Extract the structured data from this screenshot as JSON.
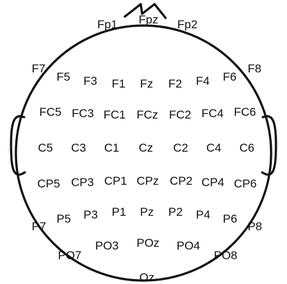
{
  "diagram": {
    "electrodes": {
      "fp1": "Fp1",
      "fpz": "Fpz",
      "fp2": "Fp2",
      "f7": "F7",
      "f5": "F5",
      "f3": "F3",
      "f1": "F1",
      "fz": "Fz",
      "f2": "F2",
      "f4": "F4",
      "f6": "F6",
      "f8": "F8",
      "fc5": "FC5",
      "fc3": "FC3",
      "fc1": "FC1",
      "fcz": "FCz",
      "fc2": "FC2",
      "fc4": "FC4",
      "fc6": "FC6",
      "c5": "C5",
      "c3": "C3",
      "c1": "C1",
      "cz": "Cz",
      "c2": "C2",
      "c4": "C4",
      "c6": "C6",
      "cp5": "CP5",
      "cp3": "CP3",
      "cp1": "CP1",
      "cpz": "CPz",
      "cp2": "CP2",
      "cp4": "CP4",
      "cp6": "CP6",
      "p7": "P7",
      "p5": "P5",
      "p3": "P3",
      "p1": "P1",
      "pz": "Pz",
      "p2": "P2",
      "p4": "P4",
      "p6": "P6",
      "p8": "P8",
      "po7": "PO7",
      "po3": "PO3",
      "poz": "POz",
      "po4": "PO4",
      "po8": "PO8",
      "oz": "Oz"
    }
  }
}
